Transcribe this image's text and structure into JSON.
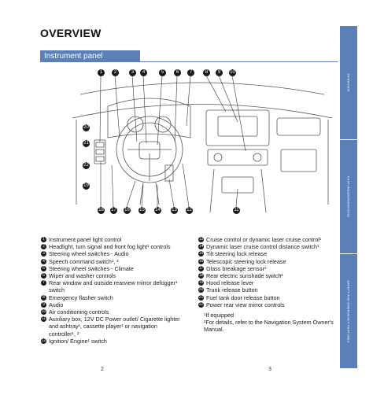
{
  "page": {
    "title": "OVERVIEW",
    "section": "Instrument panel"
  },
  "callouts_top": [
    "1",
    "2",
    "3",
    "4",
    "5",
    "6",
    "7",
    "8",
    "9",
    "10"
  ],
  "callouts_left": [
    "20",
    "21",
    "22",
    "19"
  ],
  "callouts_bottom": [
    "18",
    "17",
    "16",
    "15",
    "14",
    "13",
    "12",
    "11"
  ],
  "legend_left": [
    {
      "n": "1",
      "text": "Instrument panel light control"
    },
    {
      "n": "2",
      "text": "Headlight, turn signal and front fog light¹ controls"
    },
    {
      "n": "3",
      "text": "Steering wheel switches - Audio"
    },
    {
      "n": "4",
      "text": "Speech command switch¹, ²"
    },
    {
      "n": "5",
      "text": "Steering wheel switches - Climate"
    },
    {
      "n": "6",
      "text": "Wiper and washer controls"
    },
    {
      "n": "7",
      "text": "Rear window and outside rearview mirror defogger¹ switch"
    },
    {
      "n": "8",
      "text": "Emergency flasher switch"
    },
    {
      "n": "9",
      "text": "Audio"
    },
    {
      "n": "10",
      "text": "Air conditioning controls"
    },
    {
      "n": "11",
      "text": "Auxiliary box, 12V DC Power outlet/ Cigarette lighter and ashtray¹, cassette player¹ or navigation controller¹, ²"
    },
    {
      "n": "12",
      "text": "Ignition/ Engine¹ switch"
    }
  ],
  "legend_right": [
    {
      "n": "13",
      "text": "Cruise control or dynamic laser cruise control¹"
    },
    {
      "n": "14",
      "text": "Dynamic laser cruise control distance switch¹"
    },
    {
      "n": "15",
      "text": "Tilt steering lock release"
    },
    {
      "n": "16",
      "text": "Telescopic steering lock release"
    },
    {
      "n": "17",
      "text": "Glass breakage sensor¹"
    },
    {
      "n": "18",
      "text": "Rear electric sunshade switch¹"
    },
    {
      "n": "19",
      "text": "Hood release lever"
    },
    {
      "n": "20",
      "text": "Trunk release button"
    },
    {
      "n": "21",
      "text": "Fuel tank door release button"
    },
    {
      "n": "22",
      "text": "Power rear view mirror controls"
    }
  ],
  "footnotes": {
    "note1": "¹If equipped",
    "note2": "²For details, refer to the Navigation System Owner's Manual."
  },
  "page_numbers": {
    "left": "2",
    "right": "3"
  },
  "side_tabs": [
    "OVERVIEW",
    "FEATURES/OPERATIONS",
    "SAFETY AND EMERGENCY FEATURES"
  ],
  "colors": {
    "accent": "#5b7fb7"
  }
}
